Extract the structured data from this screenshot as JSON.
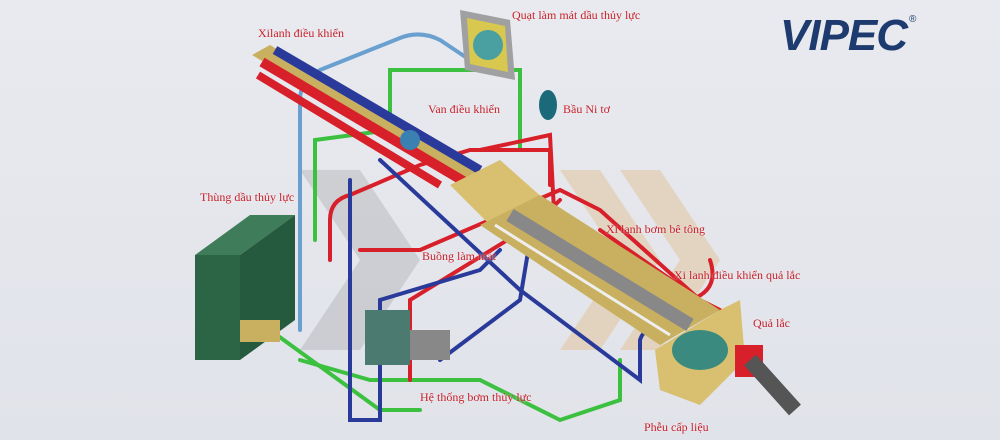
{
  "logo": {
    "text": "VIPEC",
    "registered": "®",
    "color": "#1d3b6e"
  },
  "labels": {
    "control_cylinder": "Xilanh điều khiển",
    "oil_cooler_fan": "Quạt làm mát dầu thủy lực",
    "control_valve": "Van điều khiển",
    "nitrogen_accumulator": "Bầu Ni tơ",
    "hydraulic_oil_tank": "Thùng dầu thủy lực",
    "cooling_chamber": "Buồng làm mát",
    "concrete_pump_cylinder": "Xi lanh bơm bê tông",
    "swing_control_cylinder": "Xi lanh điều khiển quả lắc",
    "swing_valve": "Quả lắc",
    "hydraulic_pump_system": "Hệ thống bơm thủy lực",
    "feed_hopper": "Phễu cấp liệu"
  },
  "colors": {
    "label": "#c8202a",
    "pipe_red": "#d8202a",
    "pipe_blue": "#2a3a9a",
    "pipe_green": "#3cc040",
    "pipe_lightblue": "#6aa0d0",
    "tank": "#2f6a4a",
    "gold": "#c8b060"
  }
}
